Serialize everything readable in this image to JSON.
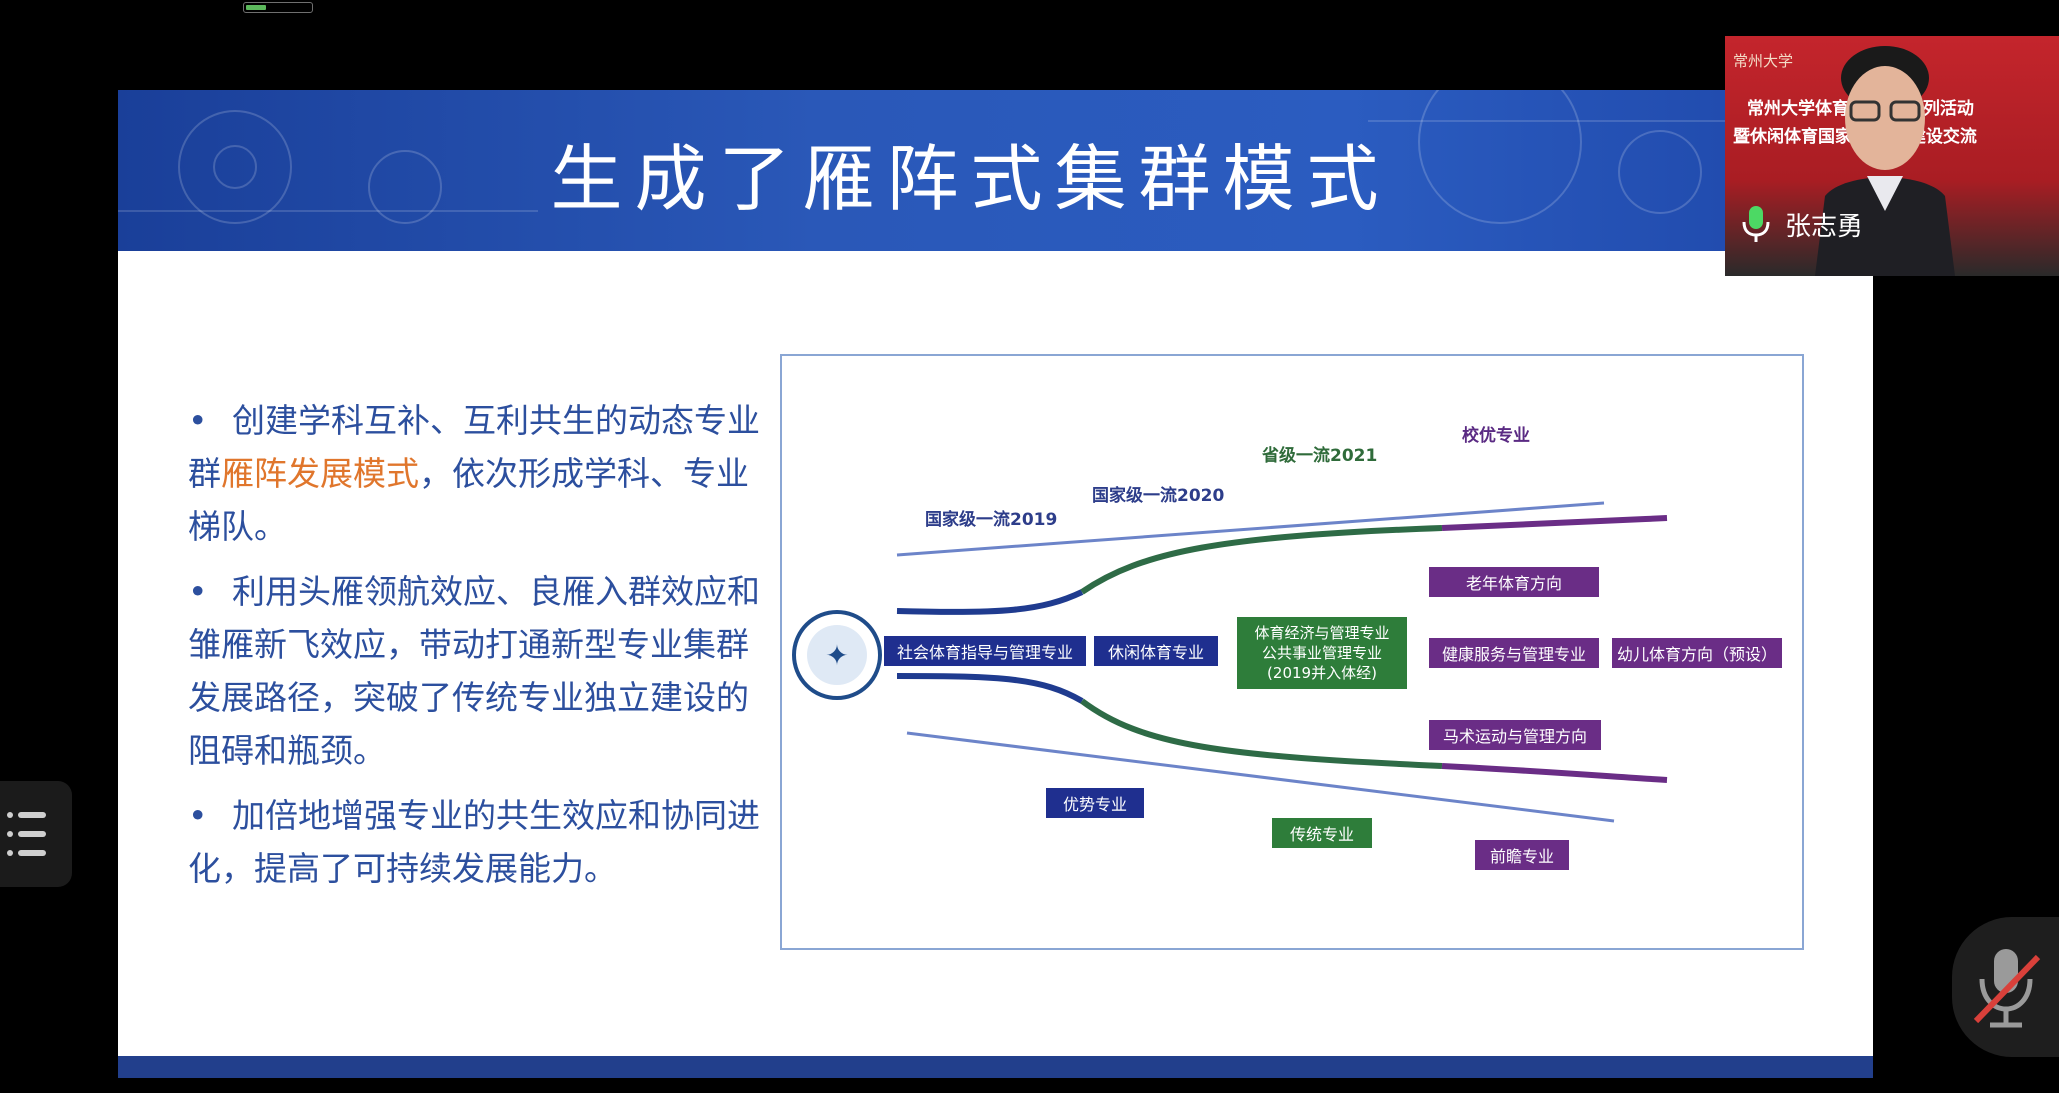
{
  "slide": {
    "title": "生成了雁阵式集群模式",
    "bullets": [
      {
        "dot": "•",
        "before": "创建学科互补、互利共生的动态专业群",
        "highlight": "雁阵发展模式",
        "after": "，依次形成学科、专业梯队。"
      },
      {
        "dot": "•",
        "before": "利用头雁领航效应、良雁入群效应和雏雁新飞效应，带动打通新型专业集群发展路径，突破了传统专业独立建设的阻碍和瓶颈。",
        "highlight": "",
        "after": ""
      },
      {
        "dot": "•",
        "before": "加倍地增强专业的共生效应和协同进化，提高了可持续发展能力。",
        "highlight": "",
        "after": ""
      }
    ]
  },
  "diagram": {
    "labels": {
      "national_2019": "国家级一流2019",
      "national_2020": "国家级一流2020",
      "provincial_2021": "省级一流2021",
      "school_excellent": "校优专业",
      "advantage": "优势专业",
      "traditional": "传统专业",
      "prospective": "前瞻专业"
    },
    "boxes": {
      "social_sports": "社会体育指导与管理专业",
      "leisure_sports": "休闲体育专业",
      "economics_line1": "体育经济与管理专业",
      "economics_line2": "公共事业管理专业",
      "economics_line3": "(2019并入体经)",
      "elderly": "老年体育方向",
      "health": "健康服务与管理专业",
      "equestrian": "马术运动与管理方向",
      "children": "幼儿体育方向（预设）"
    }
  },
  "video": {
    "logo_text": "常州大学",
    "banner_line1": "常州大学体育学      周年系列活动",
    "banner_line2": "暨休闲体育国家级      专业建设交流",
    "speaker_name": "张志勇",
    "accent_color": "#c4252c"
  },
  "icons": {
    "mic": "microphone-icon",
    "mute": "microphone-muted-icon",
    "menu": "list-menu-icon"
  }
}
